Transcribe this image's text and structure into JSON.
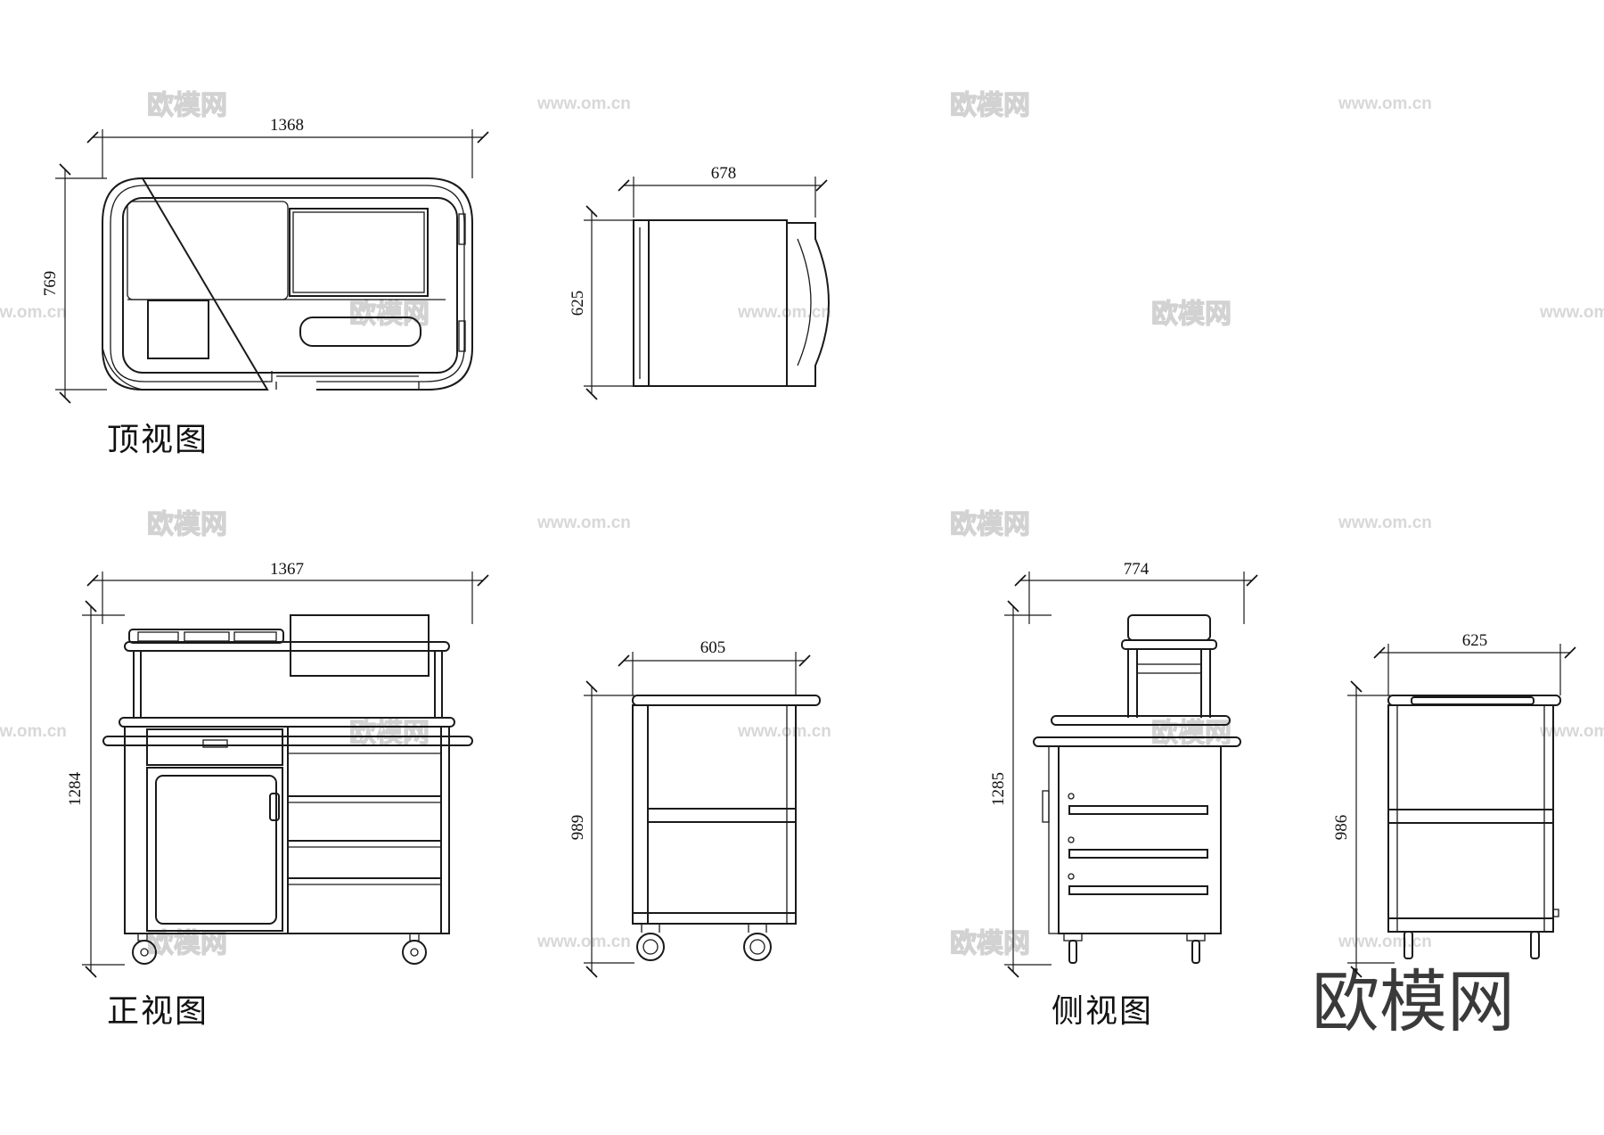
{
  "views": {
    "top": {
      "caption": "顶视图",
      "width_dim": "1368",
      "depth_dim": "769"
    },
    "top_side": {
      "width_dim": "678",
      "depth_dim": "625"
    },
    "front": {
      "caption": "正视图",
      "width_dim": "1367",
      "height_dim": "1284"
    },
    "front_side": {
      "width_dim": "605",
      "height_dim": "989"
    },
    "side": {
      "caption": "侧视图",
      "width_dim": "774",
      "height_dim": "1285"
    },
    "side_back": {
      "width_dim": "625",
      "height_dim": "986"
    }
  },
  "watermark": {
    "brand": "欧模网",
    "url": "www.om.cn"
  }
}
